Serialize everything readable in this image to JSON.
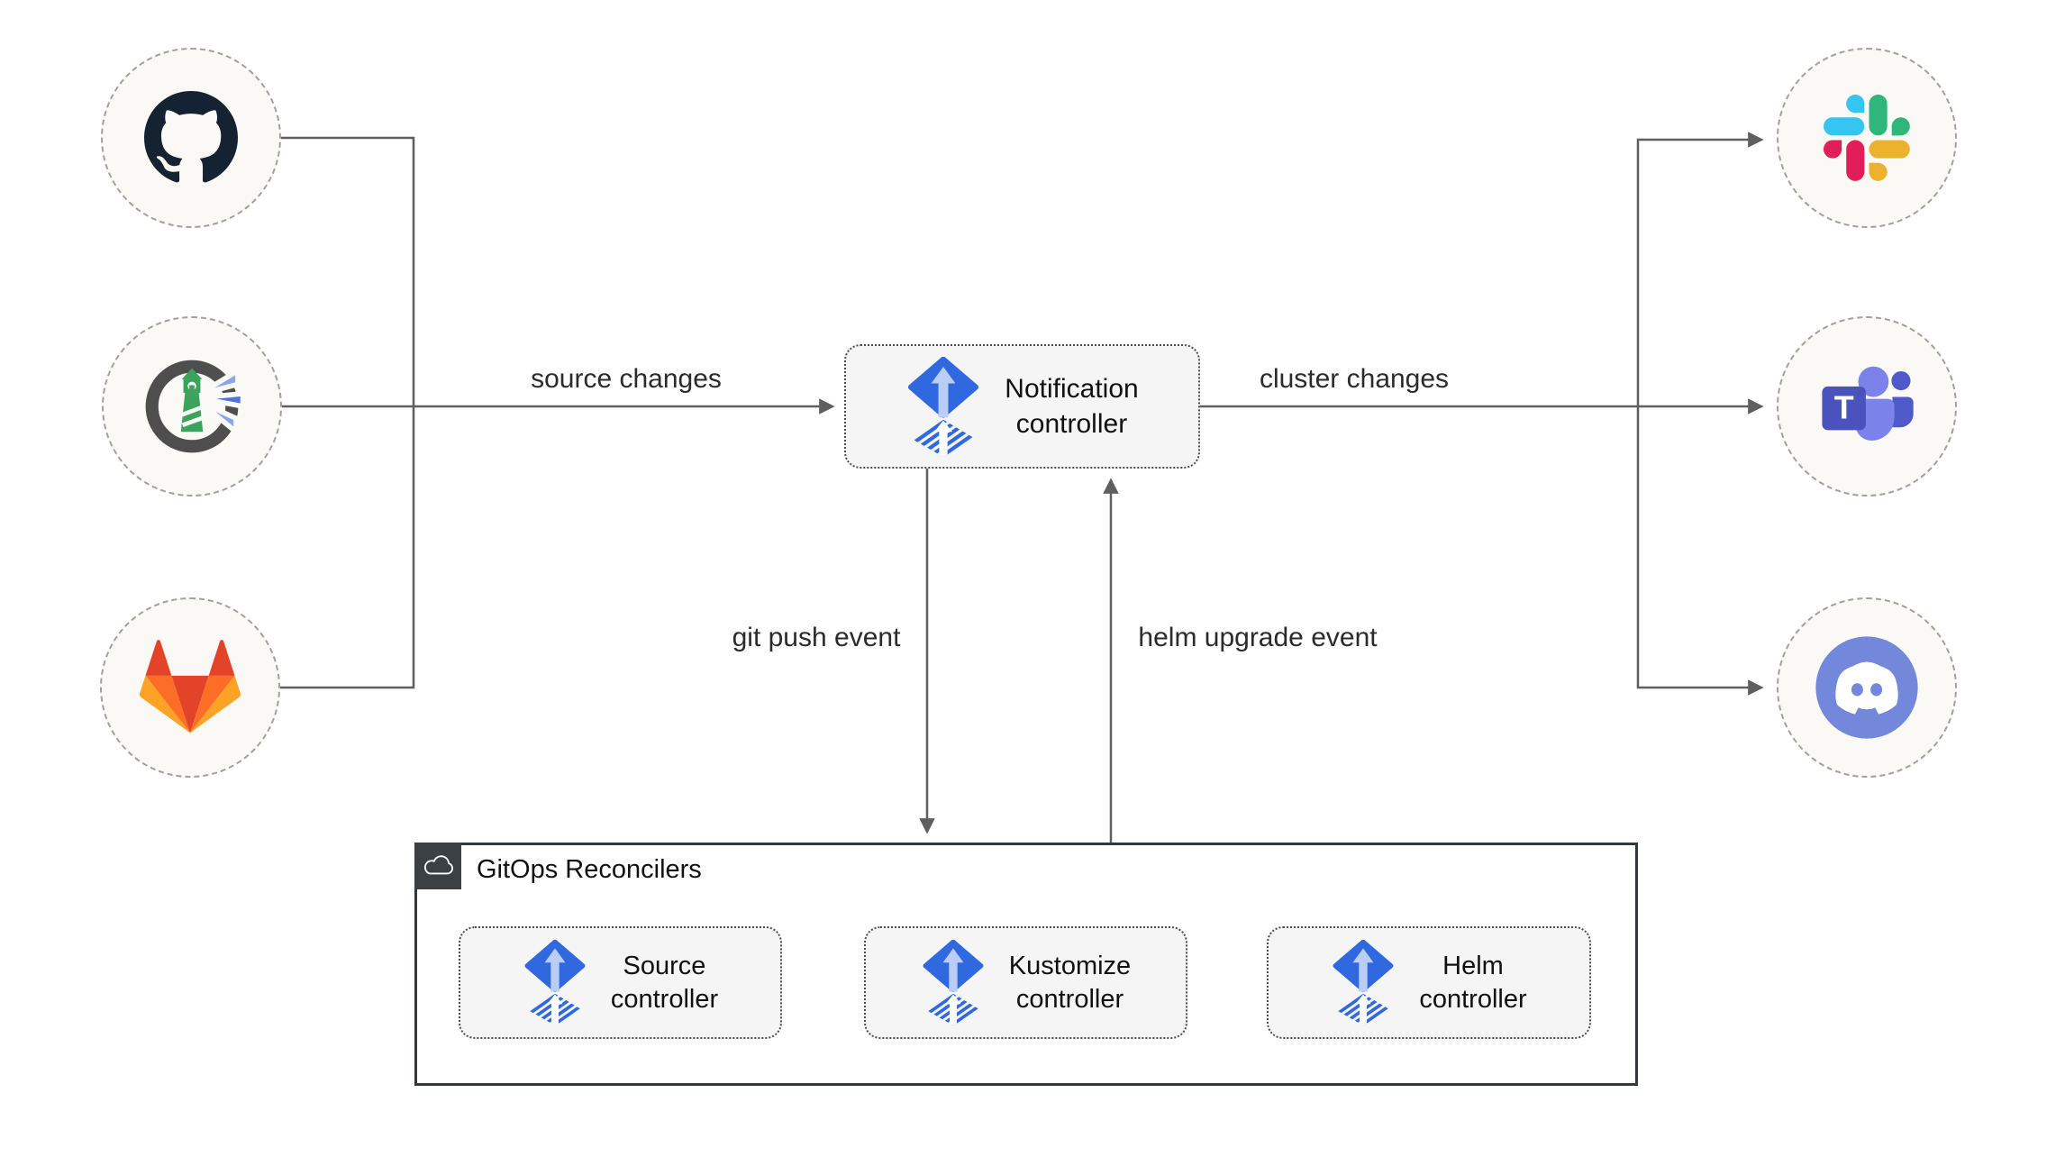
{
  "diagram": {
    "sources": [
      {
        "icon": "github-icon",
        "name": "GitHub"
      },
      {
        "icon": "harbor-icon",
        "name": "Harbor"
      },
      {
        "icon": "gitlab-icon",
        "name": "GitLab"
      }
    ],
    "targets": [
      {
        "icon": "slack-icon",
        "name": "Slack"
      },
      {
        "icon": "teams-icon",
        "name": "Microsoft Teams"
      },
      {
        "icon": "discord-icon",
        "name": "Discord"
      }
    ],
    "notification": {
      "icon": "flux-icon",
      "line1": "Notification",
      "line2": "controller"
    },
    "edges": {
      "source_changes": "source changes",
      "cluster_changes": "cluster changes",
      "git_push": "git push event",
      "helm_upgrade": "helm upgrade event"
    },
    "reconcilers": {
      "title": "GitOps Reconcilers",
      "header_icon": "cloud-icon",
      "items": [
        {
          "icon": "flux-icon",
          "line1": "Source",
          "line2": "controller"
        },
        {
          "icon": "flux-icon",
          "line1": "Kustomize",
          "line2": "controller"
        },
        {
          "icon": "flux-icon",
          "line1": "Helm",
          "line2": "controller"
        }
      ]
    },
    "colors": {
      "line": "#5f5f5f",
      "flux_blue": "#3068e0",
      "box_fill": "#f5f5f5",
      "circle_fill": "#faf9f5",
      "header_dark": "#3b4045",
      "slack": [
        "#36C5F0",
        "#2EB67D",
        "#ECB22E",
        "#E01E5A"
      ],
      "gitlab": [
        "#e24329",
        "#fc6d26",
        "#fca326"
      ],
      "teams": [
        "#4a53bd",
        "#7b83eb",
        "#5059c9"
      ],
      "discord": "#7388da",
      "harbor_green": "#3ba35c"
    }
  }
}
